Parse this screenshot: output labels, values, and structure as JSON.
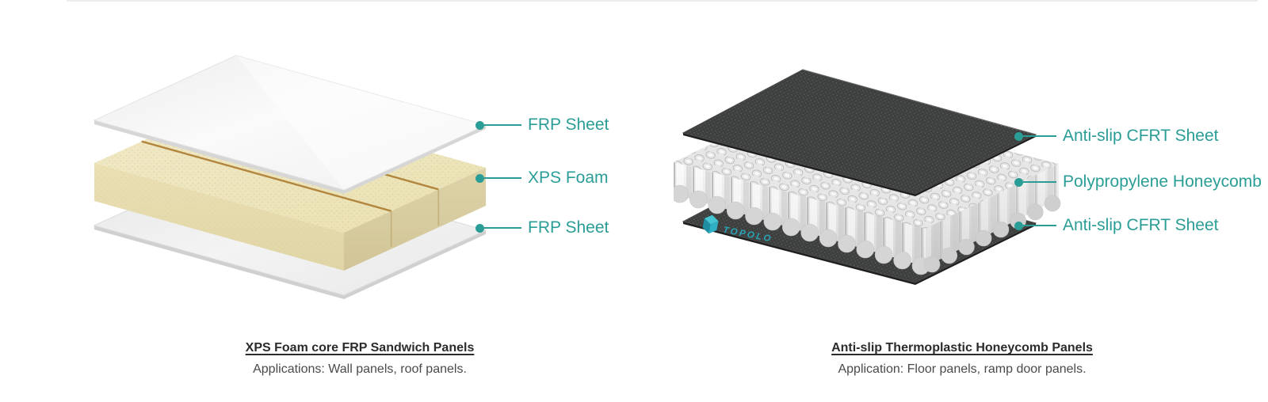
{
  "colors": {
    "accent": "#2A9D96",
    "divider": "#ECECEC",
    "logo_teal": "#27A4B8",
    "foam": "#EAE1B4",
    "carbon_sheet": "#3D3F3E"
  },
  "logo": {
    "text": "TOPOLO"
  },
  "left_panel": {
    "callouts": [
      "FRP Sheet",
      "XPS Foam",
      "FRP Sheet"
    ],
    "title": "XPS Foam core FRP Sandwich Panels",
    "subtitle": "Applications: Wall panels, roof panels."
  },
  "right_panel": {
    "callouts": [
      "Anti-slip CFRT Sheet",
      "Polypropylene Honeycomb",
      "Anti-slip CFRT Sheet"
    ],
    "title": "Anti-slip Thermoplastic Honeycomb Panels",
    "subtitle": "Application: Floor panels, ramp door panels."
  }
}
